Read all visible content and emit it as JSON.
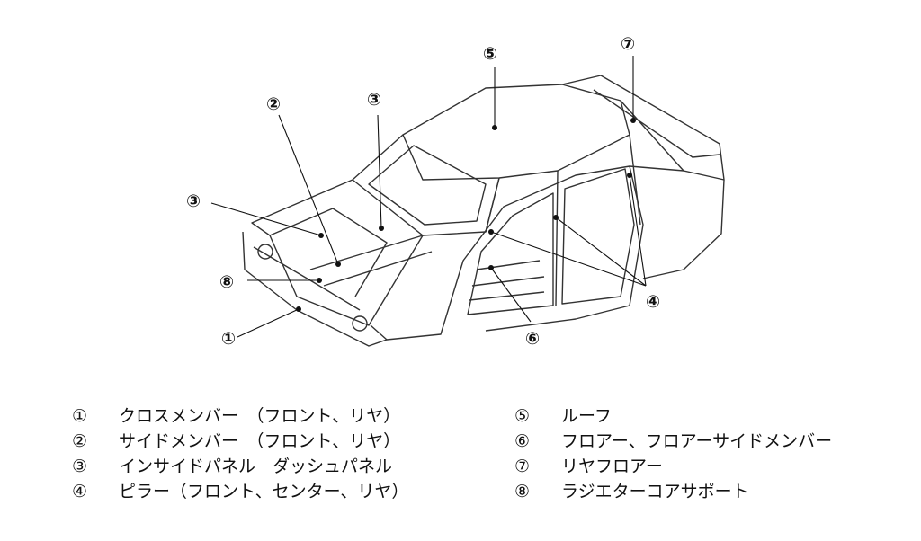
{
  "callouts": [
    "①",
    "②",
    "③",
    "③",
    "④",
    "⑤",
    "⑥",
    "⑦",
    "⑧"
  ],
  "legend": {
    "left": [
      {
        "mark": "①",
        "text": "クロスメンバー　（フロント、リヤ）"
      },
      {
        "mark": "②",
        "text": "サイドメンバー　（フロント、リヤ）"
      },
      {
        "mark": "③",
        "text": "インサイドパネル　ダッシュパネル"
      },
      {
        "mark": "④",
        "text": "ピラー（フロント、センター、リヤ）"
      }
    ],
    "right": [
      {
        "mark": "⑤",
        "text": "ルーフ"
      },
      {
        "mark": "⑥",
        "text": "フロアー、フロアーサイドメンバー"
      },
      {
        "mark": "⑦",
        "text": "リヤフロアー"
      },
      {
        "mark": "⑧",
        "text": "ラジエターコアサポート"
      }
    ]
  }
}
